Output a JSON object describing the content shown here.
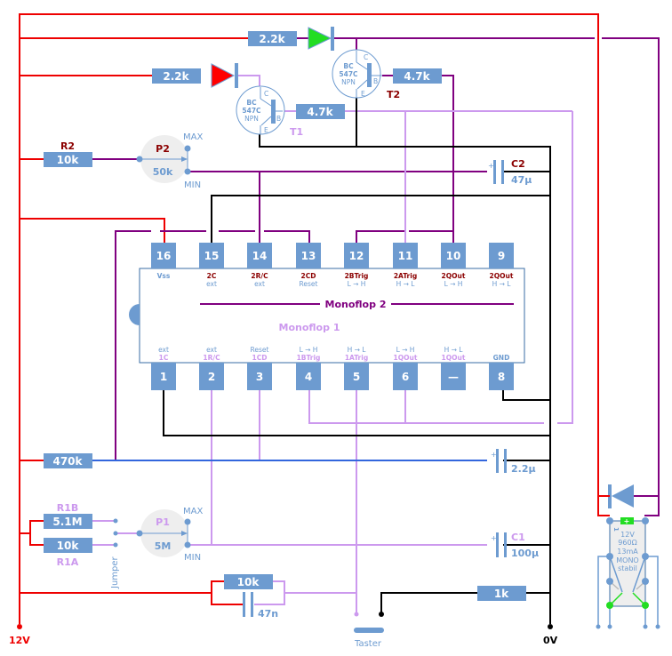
{
  "colors": {
    "supply": "#ee0000",
    "monoflop2": "#800080",
    "monoflop1": "#cc99ee",
    "ground": "#000000",
    "bias": "#3366dd",
    "component": "#6d9bd0",
    "label_dark": "#8b0000",
    "led_red": "#ff0000",
    "led_green": "#22dd22"
  },
  "rails": {
    "positive_label": "12V",
    "ground_label": "0V"
  },
  "resistors": {
    "r_green_led": "2.2k",
    "r_red_led": "2.2k",
    "r_t2_base": "4.7k",
    "r_t1_base": "4.7k",
    "r2_name": "R2",
    "r2_value": "10k",
    "r_bias": "470k",
    "r1b_name": "R1B",
    "r1b_value": "5.1M",
    "r1a_name": "R1A",
    "r1a_value": "10k",
    "r_taster": "10k",
    "r_pulldown": "1k"
  },
  "transistors": {
    "t1": {
      "name": "T1",
      "type_line1": "BC",
      "type_line2": "547C",
      "polarity": "NPN",
      "pin_c": "C",
      "pin_b": "B",
      "pin_e": "E"
    },
    "t2": {
      "name": "T2",
      "type_line1": "BC",
      "type_line2": "547C",
      "polarity": "NPN",
      "pin_c": "C",
      "pin_b": "B",
      "pin_e": "E"
    }
  },
  "potentiometers": {
    "p2": {
      "name": "P2",
      "value": "50k",
      "max": "MAX",
      "min": "MIN"
    },
    "p1": {
      "name": "P1",
      "value": "5M",
      "max": "MAX",
      "min": "MIN"
    }
  },
  "capacitors": {
    "c2": {
      "name": "C2",
      "value": "47µ",
      "polarity": "+"
    },
    "c_bias": {
      "value": "2.2µ",
      "polarity": "+"
    },
    "c1": {
      "name": "C1",
      "value": "100µ",
      "polarity": "+"
    },
    "c_taster": {
      "value": "47n"
    }
  },
  "ic": {
    "monoflop2_label": "Monoflop 2",
    "monoflop1_label": "Monoflop 1",
    "top_pins": [
      {
        "num": "16",
        "l1": "Vss",
        "l2": ""
      },
      {
        "num": "15",
        "l1": "2C",
        "l2": "ext"
      },
      {
        "num": "14",
        "l1": "2R/C",
        "l2": "ext"
      },
      {
        "num": "13",
        "l1": "2CD",
        "l2": "Reset"
      },
      {
        "num": "12",
        "l1": "2BTrig",
        "l2": "L → H"
      },
      {
        "num": "11",
        "l1": "2ATrig",
        "l2": "H → L"
      },
      {
        "num": "10",
        "l1": "2QOut",
        "l2": "L → H"
      },
      {
        "num": "9",
        "l1": "2QOut",
        "l2": "H → L"
      }
    ],
    "bottom_pins": [
      {
        "num": "1",
        "l1": "ext",
        "l2": "1C"
      },
      {
        "num": "2",
        "l1": "ext",
        "l2": "1R/C"
      },
      {
        "num": "3",
        "l1": "Reset",
        "l2": "1CD"
      },
      {
        "num": "4",
        "l1": "L → H",
        "l2": "1BTrig"
      },
      {
        "num": "5",
        "l1": "H → L",
        "l2": "1ATrig"
      },
      {
        "num": "6",
        "l1": "L → H",
        "l2": "1QOut"
      },
      {
        "num": "—",
        "l1": "H → L",
        "l2": "1QOut"
      },
      {
        "num": "8",
        "l1": "",
        "l2": "GND"
      }
    ]
  },
  "jumper_label": "Jumper",
  "taster_label": "Taster",
  "relay": {
    "pin1": "1",
    "plus": "+",
    "lines": [
      "12V",
      "960Ω",
      "13mA",
      "MONO",
      "stabil"
    ]
  }
}
